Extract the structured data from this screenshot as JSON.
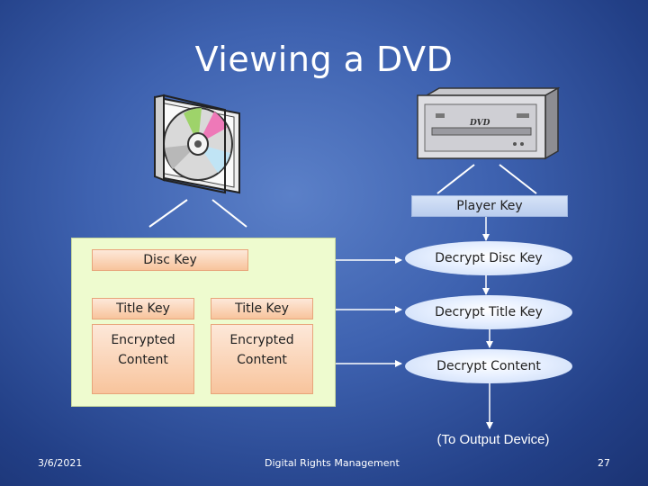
{
  "slide": {
    "title": "Viewing a DVD",
    "date": "3/6/2021",
    "footer_text": "Digital Rights Management",
    "page_number": "27"
  },
  "icons": {
    "dvd_case": "dvd-case-icon",
    "dvd_player": "dvd-player-icon",
    "player_logo_text": "DVD"
  },
  "player_key": "Player Key",
  "disc": {
    "disc_key": "Disc Key",
    "title_key_1": "Title Key",
    "title_key_2": "Title Key",
    "content_1_line1": "Encrypted",
    "content_1_line2": "Content",
    "content_2_line1": "Encrypted",
    "content_2_line2": "Content"
  },
  "steps": {
    "decrypt_disc_key": "Decrypt Disc Key",
    "decrypt_title_key": "Decrypt Title Key",
    "decrypt_content": "Decrypt Content"
  },
  "output_label": "(To Output Device)",
  "colors": {
    "background": "#3e62b0",
    "panel": "#eefbcf",
    "key_box": "#f8c49c",
    "oval": "#e6efff",
    "player_key_box": "#b9cdee"
  }
}
